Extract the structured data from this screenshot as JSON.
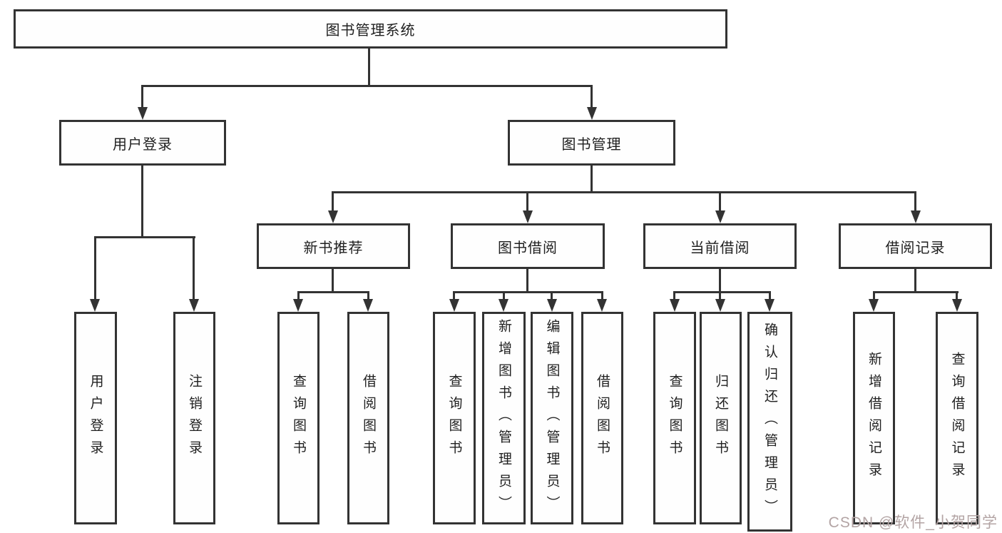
{
  "diagram": {
    "title_node": {
      "label": "图书管理系统"
    },
    "level2": [
      {
        "label": "用户登录"
      },
      {
        "label": "图书管理"
      }
    ],
    "level3": [
      {
        "label": "新书推荐",
        "parent": "图书管理"
      },
      {
        "label": "图书借阅",
        "parent": "图书管理"
      },
      {
        "label": "当前借阅",
        "parent": "图书管理"
      },
      {
        "label": "借阅记录",
        "parent": "图书管理"
      }
    ],
    "leaves": [
      {
        "label": "用户登录",
        "parent": "用户登录"
      },
      {
        "label": "注销登录",
        "parent": "用户登录"
      },
      {
        "label": "查询图书",
        "parent": "新书推荐"
      },
      {
        "label": "借阅图书",
        "parent": "新书推荐"
      },
      {
        "label": "查询图书",
        "parent": "图书借阅"
      },
      {
        "label": "新增图书（管理员）",
        "parent": "图书借阅"
      },
      {
        "label": "编辑图书（管理员）",
        "parent": "图书借阅"
      },
      {
        "label": "借阅图书",
        "parent": "图书借阅"
      },
      {
        "label": "查询图书",
        "parent": "当前借阅"
      },
      {
        "label": "归还图书",
        "parent": "当前借阅"
      },
      {
        "label": "确认归还（管理员）",
        "parent": "当前借阅"
      },
      {
        "label": "新增借阅记录",
        "parent": "借阅记录"
      },
      {
        "label": "查询借阅记录",
        "parent": "借阅记录"
      }
    ],
    "line_color": "#333333"
  },
  "watermark": {
    "text": "CSDN @软件_小贺同学",
    "color": "#b3a4a4"
  }
}
